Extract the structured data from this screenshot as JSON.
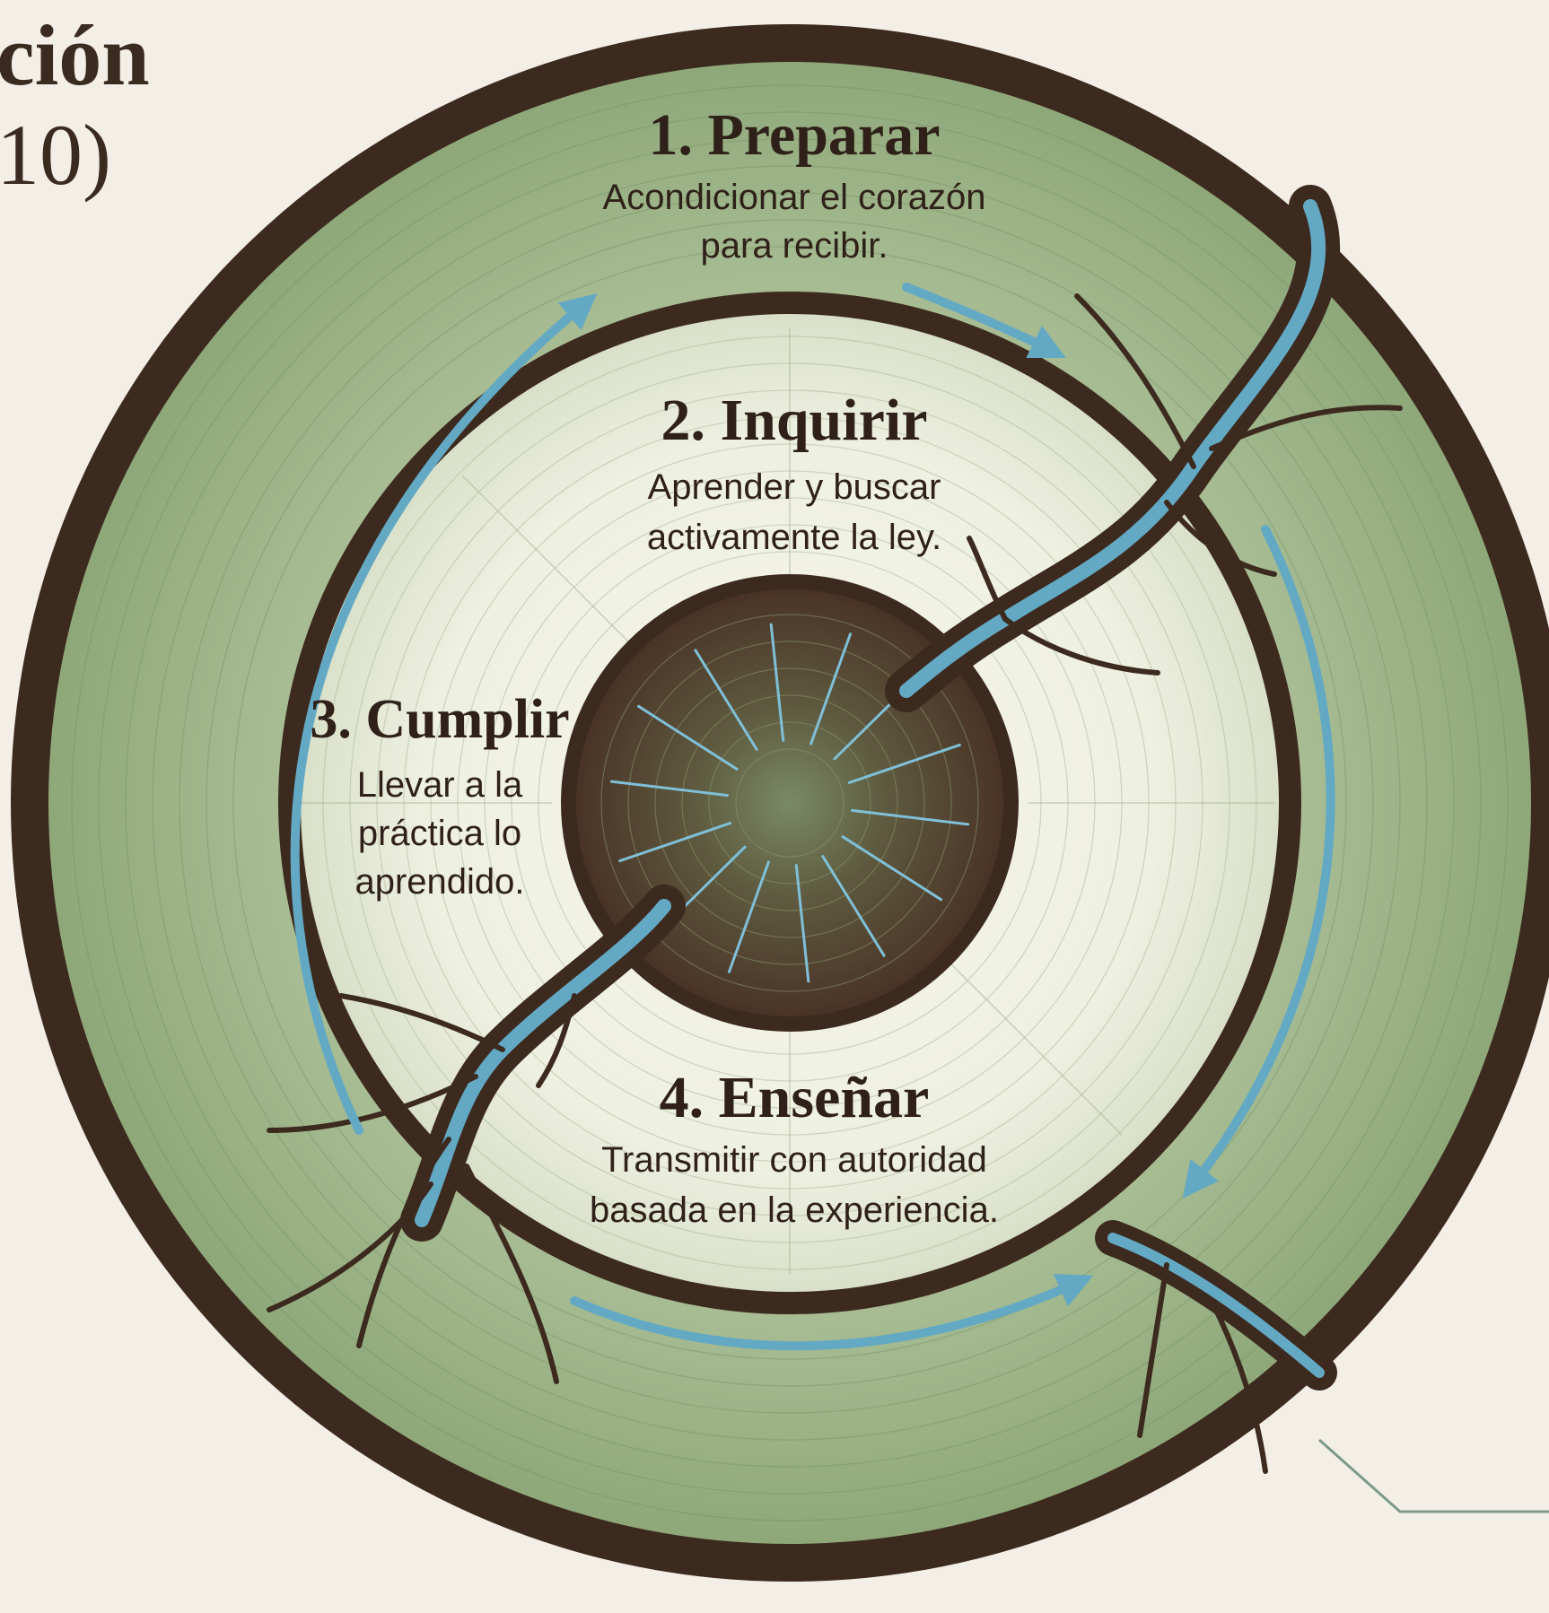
{
  "page": {
    "corner_title_line1": "ción",
    "corner_title_line2": "10)"
  },
  "stages": [
    {
      "title": "1. Preparar",
      "desc_lines": [
        "Acondicionar el corazón",
        "para recibir."
      ]
    },
    {
      "title": "2. Inquirir",
      "desc_lines": [
        "Aprender y buscar",
        "activamente la ley."
      ]
    },
    {
      "title": "3. Cumplir",
      "desc_lines": [
        "Llevar a la",
        "práctica lo",
        "aprendido."
      ]
    },
    {
      "title": "4. Enseñar",
      "desc_lines": [
        "Transmitir con autoridad",
        "basada en la experiencia."
      ]
    }
  ],
  "colors": {
    "background": "#f3efe6",
    "bark": "#3d2a1f",
    "outer_ring": "#a3b88f",
    "inner_ring": "#eef0e0",
    "core": "#5a3f30",
    "water": "#63a9c4",
    "text": "#2f2119"
  }
}
